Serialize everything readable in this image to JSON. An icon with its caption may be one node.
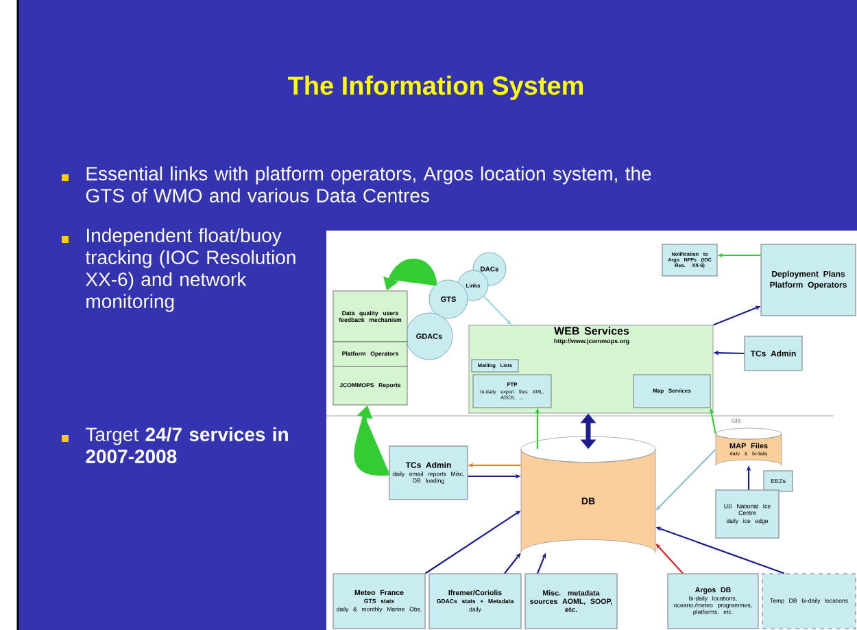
{
  "diagram": {
    "title": "The Information System",
    "nodes": [
      {
        "text": [
          "Notification to Argo NFPs (IOC Res. XX-6)"
        ]
      },
      {
        "text": [
          "Deployment Plans",
          "Platform Operators"
        ]
      },
      {
        "text": [
          "DACs"
        ]
      },
      {
        "text": [
          "Links"
        ]
      },
      {
        "text": [
          "GTS"
        ]
      },
      {
        "text": [
          "GDACs"
        ]
      },
      {
        "text": [
          "Data quality users feedback mechanism"
        ]
      },
      {
        "text": [
          "Platform Operators"
        ]
      },
      {
        "text": [
          "JCOMMOPS Reports"
        ]
      },
      {
        "text": [
          "WEB Services",
          "http://www.jcommops.org"
        ]
      },
      {
        "text": [
          "Mailing Lists"
        ],
        "in": 9
      },
      {
        "text": [
          "FTP",
          "bi-daily export files XML, ASCII, ..."
        ],
        "in": 9
      },
      {
        "text": [
          "Map Services"
        ],
        "in": 9
      },
      {
        "text": [
          "TCs Admin"
        ]
      },
      {
        "text": [
          "TCs Admin",
          "daily email reports Misc. DB loading"
        ]
      },
      {
        "text": [
          "DB"
        ]
      },
      {
        "text": [
          "MAP Files",
          "daily & bi-daily"
        ]
      },
      {
        "text": [
          "EEZs"
        ]
      },
      {
        "text": [
          "US National Ice Centre",
          "daily ice edge"
        ]
      },
      {
        "text": [
          "Meteo France",
          "GTS stats",
          "daily & monthly Marine Obs."
        ]
      },
      {
        "text": [
          "Ifremer/Coriolis",
          "GDACs stats + Metadata",
          "daily"
        ]
      },
      {
        "text": [
          "Misc. metadata sources AOML, SOOP, etc."
        ]
      },
      {
        "text": [
          "Argos DB",
          "bi-daily locations, oceano./meteo programmes, platforms, etc."
        ]
      },
      {
        "text": [
          "Temp DB bi-daily locations"
        ]
      }
    ],
    "edges": [
      {
        "from": 1,
        "to": 0,
        "arrow": "to",
        "color": "#33cc33"
      },
      {
        "from": 9,
        "to": 1,
        "arrow": "to"
      },
      {
        "from": 13,
        "to": 9,
        "arrow": "to"
      },
      {
        "from": 3,
        "to": 9,
        "arrow": "to",
        "color": "#9fd6de"
      },
      {
        "from": 4,
        "to": 6,
        "arrow": "to",
        "style": "thick",
        "color": "#33cc33"
      },
      {
        "from": 14,
        "to": 8,
        "arrow": "to",
        "style": "thick",
        "color": "#33cc33"
      },
      {
        "from": 15,
        "to": 11,
        "arrow": "to",
        "color": "#33cc33"
      },
      {
        "from": 16,
        "to": 12,
        "arrow": "to",
        "color": "#33cc33"
      },
      {
        "from": 9,
        "to": 15,
        "arrow": "both",
        "style": "thick"
      },
      {
        "from": 15,
        "to": 14,
        "arrow": "to",
        "color": "#cc8833"
      },
      {
        "from": 14,
        "to": 15,
        "arrow": "to"
      },
      {
        "from": 16,
        "to": 15,
        "arrow": "to",
        "color": "#99bbcc"
      },
      {
        "from": 18,
        "to": 16,
        "arrow": "to"
      },
      {
        "from": 19,
        "to": 15,
        "arrow": "to"
      },
      {
        "from": 20,
        "to": 15,
        "arrow": "to"
      },
      {
        "from": 21,
        "to": 15,
        "arrow": "to"
      },
      {
        "from": 22,
        "to": 15,
        "arrow": "to",
        "color": "#dd2222"
      },
      {
        "from": 23,
        "to": 15,
        "arrow": "to"
      }
    ],
    "labels": [
      "Essential links with platform operators, Argos location system, the GTS of WMO and various Data Centres",
      "Independent float/buoy tracking (IOC Resolution XX-6) and network monitoring",
      "Target **24/7 services in 2007-2008**",
      "GIS"
    ]
  }
}
